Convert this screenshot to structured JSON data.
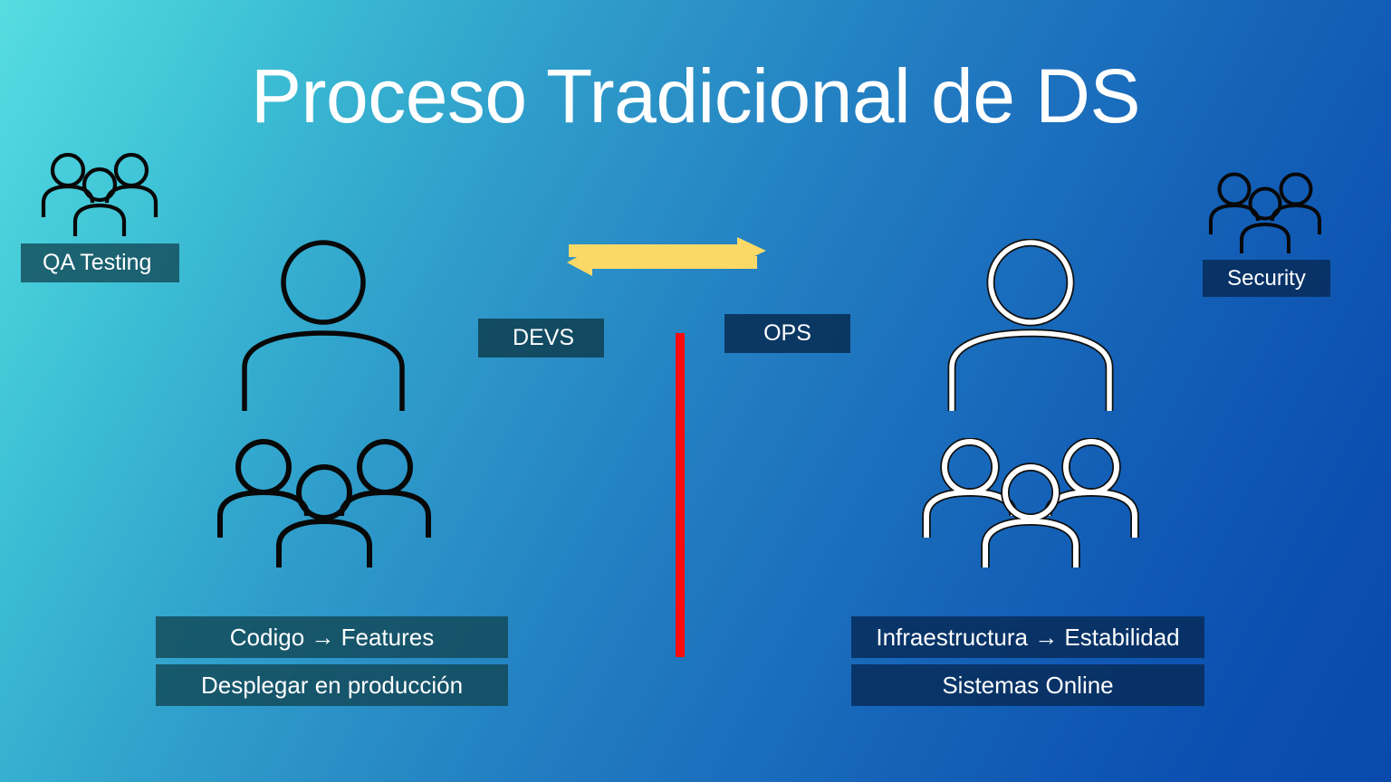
{
  "slide": {
    "title": "Proceso Tradicional de DS",
    "background": {
      "from_color": "#56DCE0",
      "to_color": "#0A4AAD"
    },
    "divider_color": "#FB0B0B",
    "arrow_color": "#FBD967"
  },
  "labels": {
    "qa_testing": "QA Testing",
    "security": "Security",
    "devs": "DEVS",
    "ops": "OPS"
  },
  "left_column": {
    "items": [
      "Codigo → Features",
      "Desplegar en producción"
    ]
  },
  "right_column": {
    "items": [
      "Infraestructura → Estabilidad",
      "Sistemas Online"
    ]
  },
  "icons": {
    "qa_group": "people-group-icon",
    "security_group": "people-group-icon",
    "dev_person": "person-icon",
    "dev_group": "people-group-icon",
    "ops_person": "person-icon",
    "ops_group": "people-group-icon",
    "arrow_right": "arrow-right-icon",
    "arrow_left": "arrow-left-icon"
  }
}
